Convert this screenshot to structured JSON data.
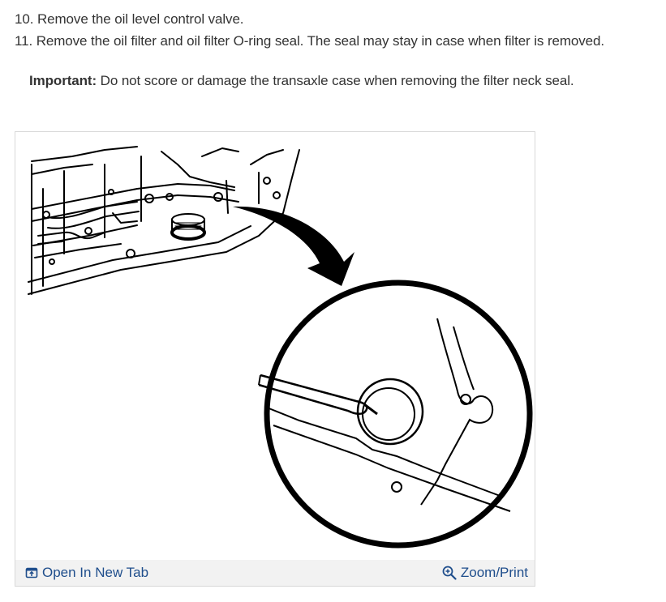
{
  "steps": [
    {
      "number": "10.",
      "text": "Remove the oil level control valve."
    },
    {
      "number": "11.",
      "text": "Remove the oil filter and oil filter O-ring seal. The seal may stay in case when filter is removed."
    }
  ],
  "important": {
    "label": "Important:",
    "text": "Do not score or damage the transaxle case when removing the filter neck seal."
  },
  "figure": {
    "open_tab_label": "Open In New Tab",
    "zoom_label": "Zoom/Print",
    "icons": {
      "open_tab": "open-new-tab-icon",
      "zoom": "zoom-icon"
    },
    "link_color": "#1f4e8c"
  }
}
